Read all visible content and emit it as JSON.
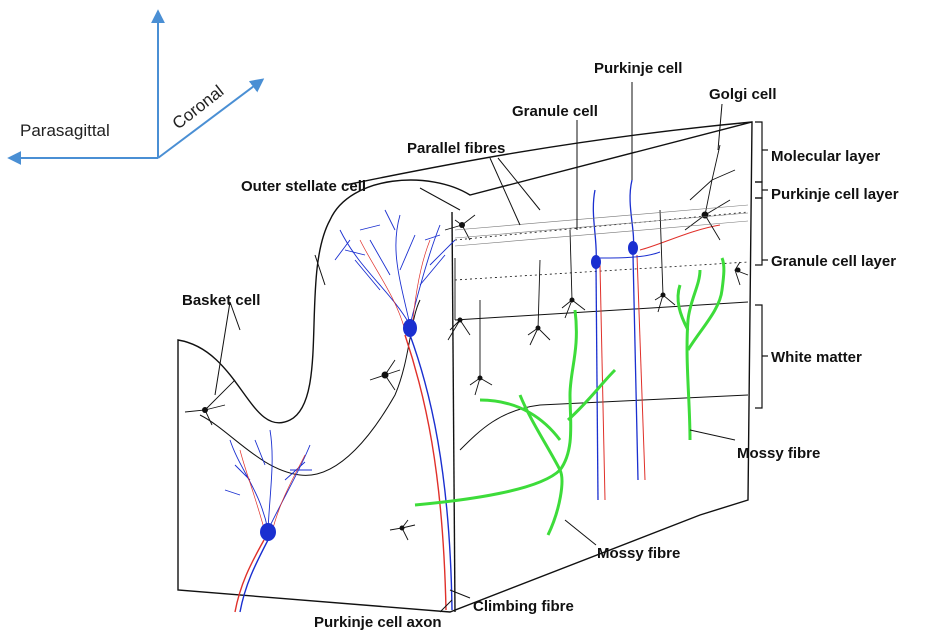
{
  "axes": {
    "vertical_label": "",
    "coronal_label": "Coronal",
    "parasagittal_label": "Parasagittal",
    "color": "#4a8fd4"
  },
  "labels": {
    "purkinje_cell": "Purkinje cell",
    "golgi_cell": "Golgi cell",
    "granule_cell": "Granule cell",
    "parallel_fibres": "Parallel fibres",
    "outer_stellate_cell": "Outer stellate cell",
    "basket_cell": "Basket cell",
    "molecular_layer": "Molecular layer",
    "purkinje_cell_layer": "Purkinje cell layer",
    "granule_cell_layer": "Granule cell layer",
    "white_matter": "White matter",
    "mossy_fibre_right": "Mossy fibre",
    "mossy_fibre_bottom": "Mossy fibre",
    "climbing_fibre": "Climbing fibre",
    "purkinje_cell_axon": "Purkinje cell axon"
  },
  "colors": {
    "purkinje": "#1a2fd0",
    "climbing_fibre": "#e0302a",
    "mossy_fibre": "#3ddc3a",
    "outline": "#111111"
  }
}
